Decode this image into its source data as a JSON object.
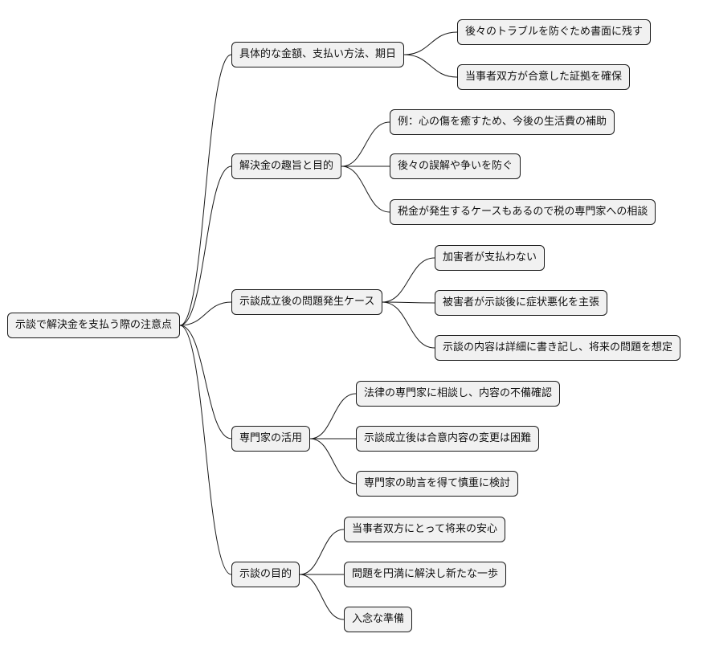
{
  "mindmap": {
    "root": {
      "id": "root",
      "label": "示談で解決金を支払う際の注意点"
    },
    "branches": [
      {
        "id": "b1",
        "label": "具体的な金額、支払い方法、期日",
        "children": [
          {
            "id": "b1c1",
            "label": "後々のトラブルを防ぐため書面に残す"
          },
          {
            "id": "b1c2",
            "label": "当事者双方が合意した証拠を確保"
          }
        ]
      },
      {
        "id": "b2",
        "label": "解決金の趣旨と目的",
        "children": [
          {
            "id": "b2c1",
            "label": "例：心の傷を癒すため、今後の生活費の補助"
          },
          {
            "id": "b2c2",
            "label": "後々の誤解や争いを防ぐ"
          },
          {
            "id": "b2c3",
            "label": "税金が発生するケースもあるので税の専門家への相談"
          }
        ]
      },
      {
        "id": "b3",
        "label": "示談成立後の問題発生ケース",
        "children": [
          {
            "id": "b3c1",
            "label": "加害者が支払わない"
          },
          {
            "id": "b3c2",
            "label": "被害者が示談後に症状悪化を主張"
          },
          {
            "id": "b3c3",
            "label": "示談の内容は詳細に書き記し、将来の問題を想定"
          }
        ]
      },
      {
        "id": "b4",
        "label": "専門家の活用",
        "children": [
          {
            "id": "b4c1",
            "label": "法律の専門家に相談し、内容の不備確認"
          },
          {
            "id": "b4c2",
            "label": "示談成立後は合意内容の変更は困難"
          },
          {
            "id": "b4c3",
            "label": "専門家の助言を得て慎重に検討"
          }
        ]
      },
      {
        "id": "b5",
        "label": "示談の目的",
        "children": [
          {
            "id": "b5c1",
            "label": "当事者双方にとって将来の安心"
          },
          {
            "id": "b5c2",
            "label": "問題を円満に解決し新たな一歩"
          },
          {
            "id": "b5c3",
            "label": "入念な準備"
          }
        ]
      }
    ]
  }
}
